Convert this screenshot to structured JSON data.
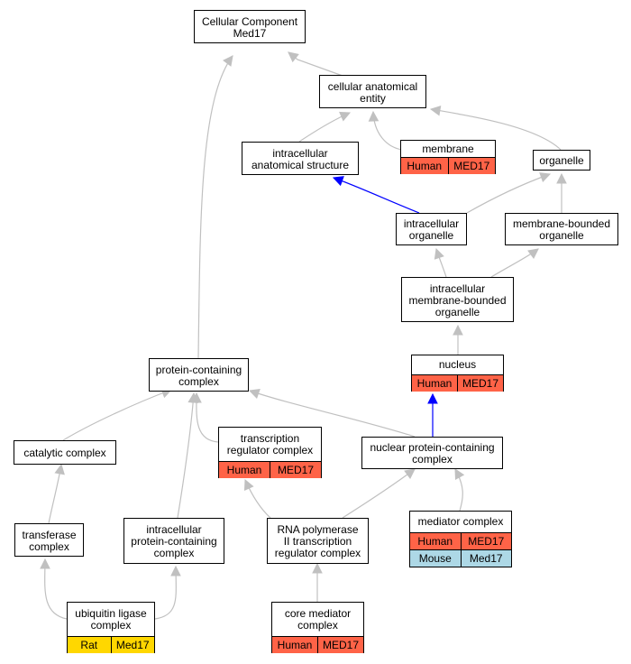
{
  "colors": {
    "edge_default": "#c0c0c0",
    "edge_highlight": "#0000ff",
    "human": "#ff6347",
    "rat": "#ffd700",
    "mouse": "#add8e6"
  },
  "nodes": {
    "root": {
      "label": "Cellular Component\nMed17"
    },
    "cae": {
      "label": "cellular anatomical\nentity"
    },
    "ias": {
      "label": "intracellular\nanatomical structure"
    },
    "membrane": {
      "label": "membrane",
      "rows": [
        [
          {
            "text": "Human",
            "color": "#ff6347"
          },
          {
            "text": "MED17",
            "color": "#ff6347"
          }
        ]
      ]
    },
    "organelle": {
      "label": "organelle"
    },
    "io": {
      "label": "intracellular\norganelle"
    },
    "mbo": {
      "label": "membrane-bounded\norganelle"
    },
    "imbo": {
      "label": "intracellular\nmembrane-bounded\norganelle"
    },
    "nucleus": {
      "label": "nucleus",
      "rows": [
        [
          {
            "text": "Human",
            "color": "#ff6347"
          },
          {
            "text": "MED17",
            "color": "#ff6347"
          }
        ]
      ]
    },
    "pcc": {
      "label": "protein-containing\ncomplex"
    },
    "trc": {
      "label": "transcription\nregulator complex",
      "rows": [
        [
          {
            "text": "Human",
            "color": "#ff6347"
          },
          {
            "text": "MED17",
            "color": "#ff6347"
          }
        ]
      ]
    },
    "npcc": {
      "label": "nuclear protein-containing\ncomplex"
    },
    "cat": {
      "label": "catalytic complex"
    },
    "trans": {
      "label": "transferase\ncomplex"
    },
    "ipcc": {
      "label": "intracellular\nprotein-containing\ncomplex"
    },
    "rnap": {
      "label": "RNA polymerase\nII transcription\nregulator complex"
    },
    "mediator": {
      "label": "mediator complex",
      "rows": [
        [
          {
            "text": "Human",
            "color": "#ff6347"
          },
          {
            "text": "MED17",
            "color": "#ff6347"
          }
        ],
        [
          {
            "text": "Mouse",
            "color": "#add8e6"
          },
          {
            "text": "Med17",
            "color": "#add8e6"
          }
        ]
      ]
    },
    "ubiq": {
      "label": "ubiquitin ligase\ncomplex",
      "rows": [
        [
          {
            "text": "Rat",
            "color": "#ffd700"
          },
          {
            "text": "Med17",
            "color": "#ffd700"
          }
        ]
      ]
    },
    "core": {
      "label": "core mediator\ncomplex",
      "rows": [
        [
          {
            "text": "Human",
            "color": "#ff6347"
          },
          {
            "text": "MED17",
            "color": "#ff6347"
          }
        ]
      ]
    }
  },
  "edges": [
    {
      "from": "cae",
      "to": "root"
    },
    {
      "from": "pcc",
      "to": "root"
    },
    {
      "from": "ias",
      "to": "cae"
    },
    {
      "from": "membrane",
      "to": "cae"
    },
    {
      "from": "organelle",
      "to": "cae"
    },
    {
      "from": "io",
      "to": "ias",
      "highlight": true
    },
    {
      "from": "io",
      "to": "organelle"
    },
    {
      "from": "mbo",
      "to": "organelle"
    },
    {
      "from": "imbo",
      "to": "io"
    },
    {
      "from": "imbo",
      "to": "mbo"
    },
    {
      "from": "nucleus",
      "to": "imbo"
    },
    {
      "from": "npcc",
      "to": "nucleus",
      "highlight": true
    },
    {
      "from": "npcc",
      "to": "pcc"
    },
    {
      "from": "trc",
      "to": "pcc"
    },
    {
      "from": "cat",
      "to": "pcc"
    },
    {
      "from": "ipcc",
      "to": "pcc"
    },
    {
      "from": "trans",
      "to": "cat"
    },
    {
      "from": "ubiq",
      "to": "trans"
    },
    {
      "from": "ubiq",
      "to": "ipcc"
    },
    {
      "from": "rnap",
      "to": "trc"
    },
    {
      "from": "rnap",
      "to": "npcc"
    },
    {
      "from": "mediator",
      "to": "npcc"
    },
    {
      "from": "core",
      "to": "rnap"
    }
  ]
}
